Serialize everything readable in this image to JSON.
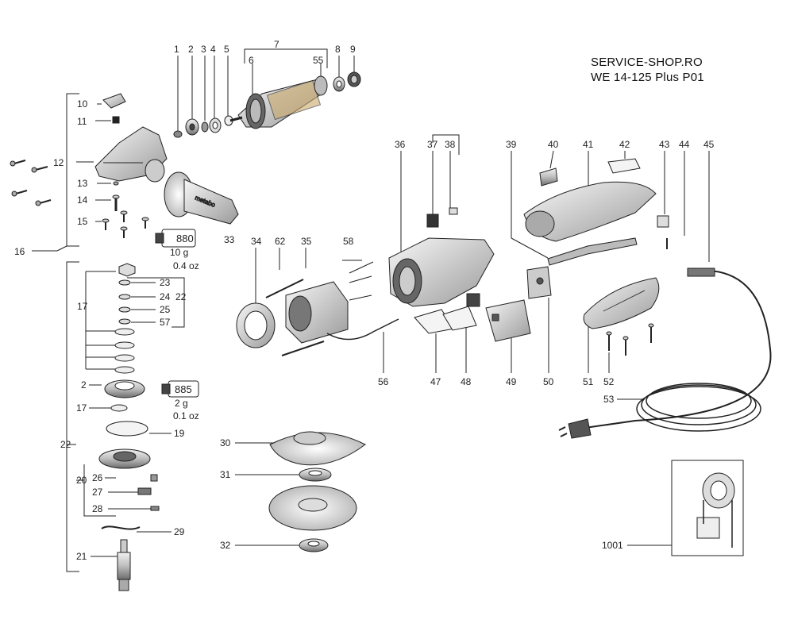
{
  "header": {
    "shop": "SERVICE-SHOP.RO",
    "model": "WE 14-125 Plus P01"
  },
  "labels": {
    "p1": "1",
    "p2": "2",
    "p3": "3",
    "p4": "4",
    "p5": "5",
    "p6": "6",
    "p7": "7",
    "p8": "8",
    "p9": "9",
    "p10": "10",
    "p11": "11",
    "p12": "12",
    "p13": "13",
    "p14": "14",
    "p15": "15",
    "p16": "16",
    "p17": "17",
    "p19": "19",
    "p20": "20",
    "p21": "21",
    "p22": "22",
    "p23": "23",
    "p24": "24",
    "p25": "25",
    "p26": "26",
    "p27": "27",
    "p28": "28",
    "p29": "29",
    "p30": "30",
    "p31": "31",
    "p32": "32",
    "p33": "33",
    "p34": "34",
    "p35": "35",
    "p36": "36",
    "p37": "37",
    "p38": "38",
    "p39": "39",
    "p40": "40",
    "p41": "41",
    "p42": "42",
    "p43": "43",
    "p44": "44",
    "p45": "45",
    "p47": "47",
    "p48": "48",
    "p49": "49",
    "p50": "50",
    "p51": "51",
    "p52": "52",
    "p53": "53",
    "p55": "55",
    "p56": "56",
    "p57": "57",
    "p58": "58",
    "p62": "62",
    "p1001": "1001"
  },
  "grease": {
    "tube1_code": "880",
    "tube1_weight": "10 g",
    "tube1_oz": "0.4 oz",
    "tube2_code": "885",
    "tube2_weight": "2 g",
    "tube2_oz": "0.1 oz"
  },
  "handle_brand": "metabo",
  "colors": {
    "line": "#222222",
    "part_fill": "#e8e8e8",
    "part_dark": "#7a7a7a",
    "part_mid": "#b5b5b5"
  }
}
